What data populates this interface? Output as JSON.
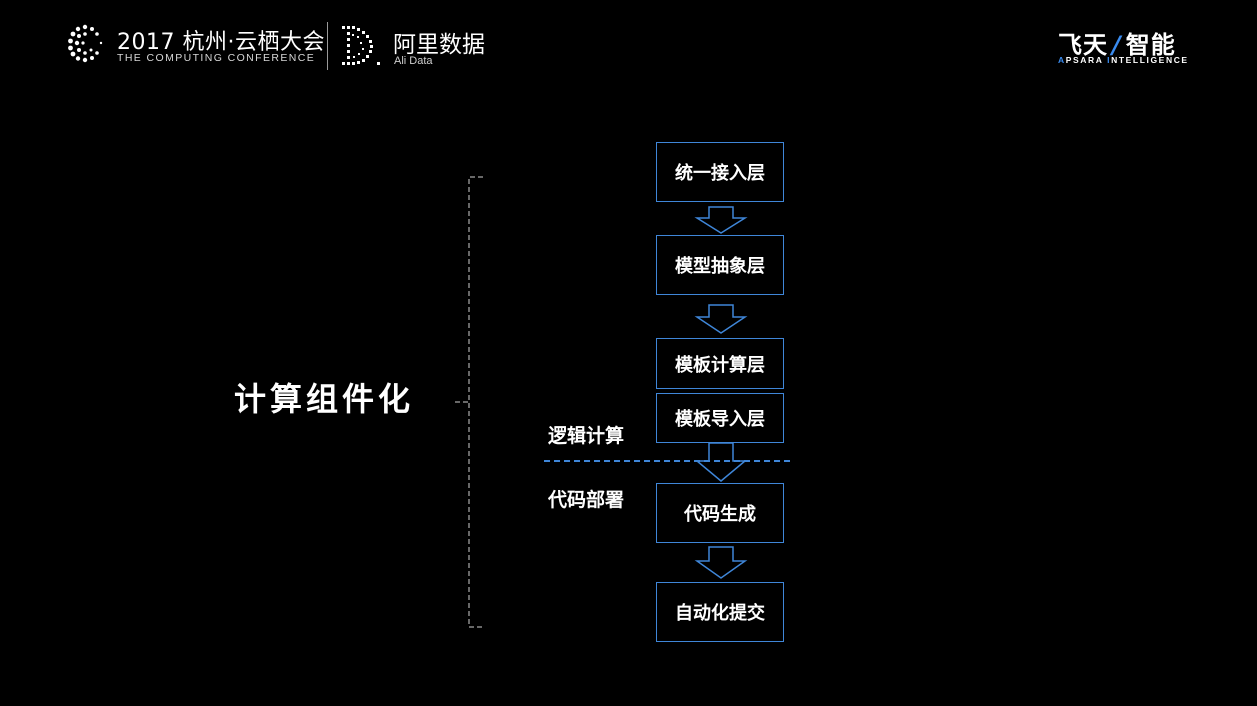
{
  "header": {
    "conference_title": "2017 杭州·云栖大会",
    "conference_subtitle": "THE COMPUTING CONFERENCE",
    "partner_name_cn": "阿里数据",
    "partner_name_en": "Ali Data",
    "brand_cn_left": "飞天",
    "brand_cn_right": "智能",
    "brand_en_a": "A",
    "brand_en_psara": "PSARA ",
    "brand_en_i": "I",
    "brand_en_ntelligence": "NTELLIGENCE"
  },
  "diagram": {
    "main_label": "计算组件化",
    "section_upper_label": "逻辑计算",
    "section_lower_label": "代码部署",
    "steps": [
      "统一接入层",
      "模型抽象层",
      "模板计算层",
      "模板导入层",
      "代码生成",
      "自动化提交"
    ]
  },
  "colors": {
    "background": "#000000",
    "box_border": "#3f86d8",
    "accent_blue": "#3a8cf0",
    "bracket": "#8a8a8a"
  }
}
